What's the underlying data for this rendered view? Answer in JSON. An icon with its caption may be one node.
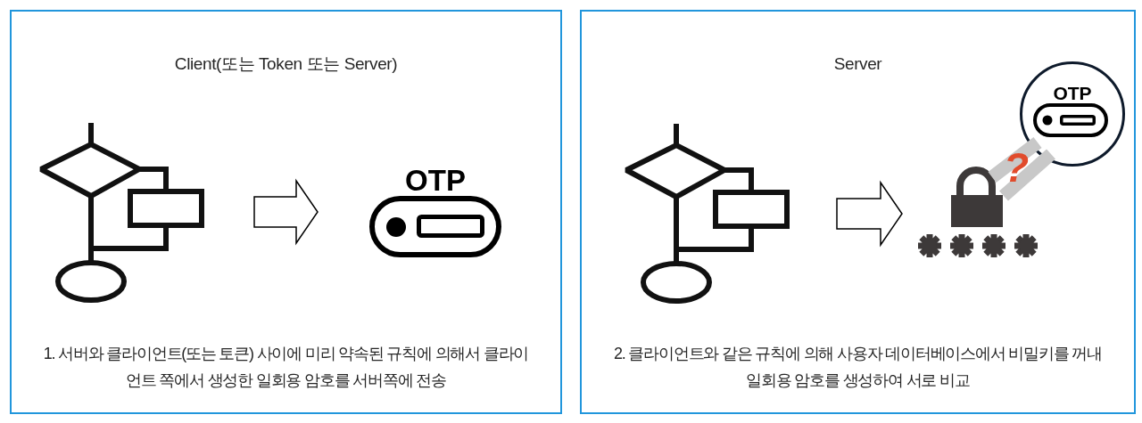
{
  "diagram": {
    "nodes": [
      {
        "text": [
          "Client(또는 Token 또는 Server)",
          "1. 서버와 클라이언트(또는 토큰) 사이에 미리 약속된 규칙에 의해서 클라이언트 쪽에서 생성한 일회용 암호를 서버쪽에 전송"
        ]
      },
      {
        "text": [],
        "shape": "picture",
        "in": 0
      },
      {
        "text": [
          "OTP"
        ],
        "in": 0
      },
      {
        "text": [
          "Server",
          "2. 클라이언트와 같은 규칙에 의해 사용자 데이터베이스에서 비밀키를 꺼내 일회용 암호를 생성하여 서로 비교"
        ]
      },
      {
        "text": [],
        "shape": "picture",
        "in": 3
      },
      {
        "text": [],
        "shape": "picture",
        "in": 3
      },
      {
        "text": [
          "OTP"
        ],
        "in": 3
      }
    ],
    "edges": [
      {
        "from": 1,
        "to": 2,
        "arrow": "to"
      },
      {
        "from": 4,
        "to": 5,
        "arrow": "to"
      },
      {
        "from": 5,
        "to": 6,
        "arrow": "none",
        "label": "?",
        "color": "#c8c8c8"
      }
    ]
  }
}
